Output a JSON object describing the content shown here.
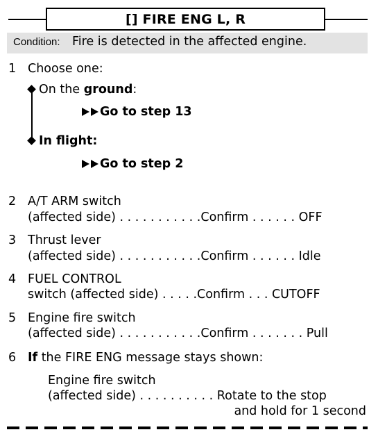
{
  "header": {
    "title": "[] FIRE ENG L, R"
  },
  "condition": {
    "label": "Condition:",
    "text": "Fire is detected in the affected engine."
  },
  "step1": {
    "number": "1",
    "text": "Choose one:",
    "option1_prefix": "On the ",
    "option1_bold": "ground",
    "option1_suffix": ":",
    "option1_goto": "Go to step 13",
    "option2_label": "In flight:",
    "option2_goto": "Go to step 2"
  },
  "steps": [
    {
      "number": "2",
      "line1": "A/T ARM switch",
      "line2": "(affected side) . . . . . . . . . . .Confirm . . . . . . OFF"
    },
    {
      "number": "3",
      "line1": "Thrust lever",
      "line2": "(affected side) . . . . . . . . . . .Confirm . . . . . . Idle"
    },
    {
      "number": "4",
      "line1": "FUEL CONTROL",
      "line2": "switch (affected side) . . . . .Confirm . . . CUTOFF"
    },
    {
      "number": "5",
      "line1": "Engine fire switch",
      "line2": "(affected side) . . . . . . . . . . .Confirm . . . . . . . Pull"
    }
  ],
  "step6": {
    "number": "6",
    "if_word": "If",
    "text": " the FIRE ENG message stays shown:",
    "sub_line1": "Engine fire switch",
    "sub_line2": "(affected side) . . . . . . . . . . Rotate to the stop",
    "sub_line3": "and hold for 1 second"
  }
}
